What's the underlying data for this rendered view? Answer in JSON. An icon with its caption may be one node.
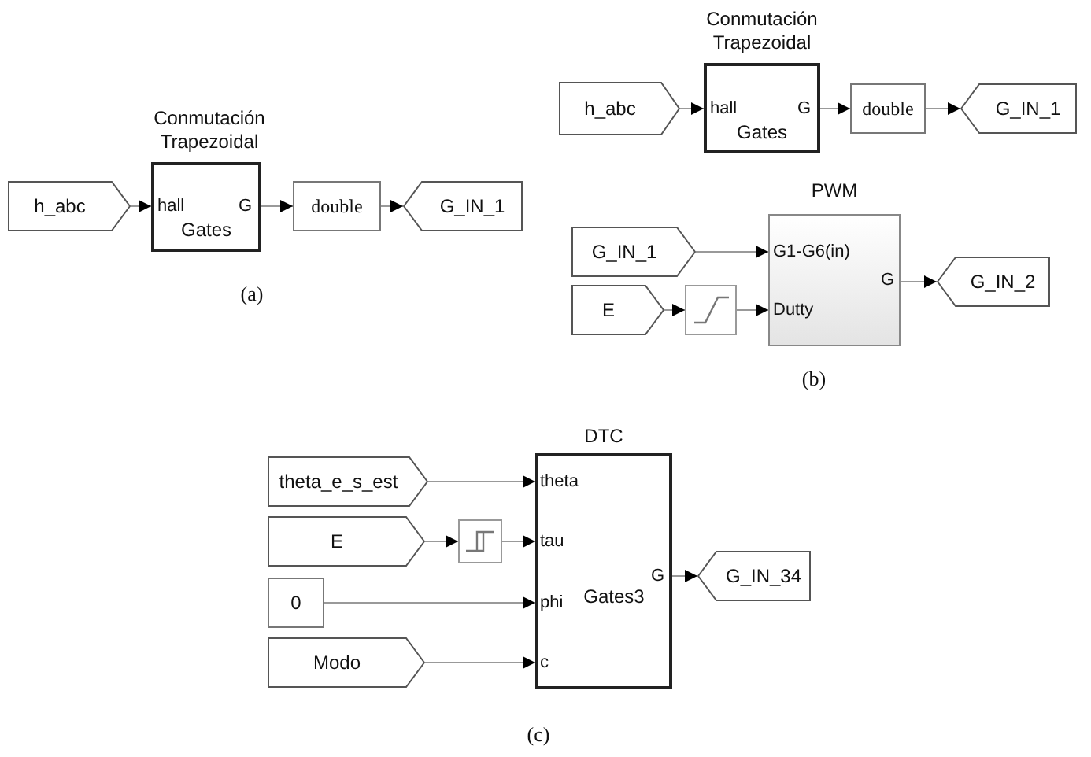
{
  "diagram": {
    "nodes": [
      {
        "text": [
          "h_abc"
        ]
      },
      {
        "text": [
          "Conmutación Trapezoidal",
          "hall",
          "G",
          "Gates"
        ]
      },
      {
        "text": [
          "double"
        ]
      },
      {
        "text": [
          "G_IN_1"
        ]
      },
      {
        "text": [
          "h_abc"
        ]
      },
      {
        "text": [
          "Conmutación Trapezoidal",
          "hall",
          "G",
          "Gates"
        ]
      },
      {
        "text": [
          "double"
        ]
      },
      {
        "text": [
          "G_IN_1"
        ]
      },
      {
        "text": [
          "PWM",
          "G1-G6(in)",
          "Dutty",
          "G"
        ]
      },
      {
        "text": [
          "G_IN_1"
        ]
      },
      {
        "text": [
          "E"
        ]
      },
      {
        "text": [],
        "shape": "box"
      },
      {
        "text": [
          "G_IN_2"
        ]
      },
      {
        "text": [
          "DTC",
          "theta",
          "tau",
          "phi",
          "c",
          "G",
          "Gates3"
        ]
      },
      {
        "text": [
          "theta_e_s_est"
        ]
      },
      {
        "text": [
          "E"
        ]
      },
      {
        "text": [],
        "shape": "box"
      },
      {
        "text": [
          "0"
        ]
      },
      {
        "text": [
          "Modo"
        ]
      },
      {
        "text": [
          "G_IN_34"
        ]
      }
    ],
    "edges": [
      {
        "from": 0,
        "to": 1,
        "arrow": "to"
      },
      {
        "from": 1,
        "to": 2,
        "arrow": "to"
      },
      {
        "from": 2,
        "to": 3,
        "arrow": "to"
      },
      {
        "from": 4,
        "to": 5,
        "arrow": "to"
      },
      {
        "from": 5,
        "to": 6,
        "arrow": "to"
      },
      {
        "from": 6,
        "to": 7,
        "arrow": "to"
      },
      {
        "from": 9,
        "to": 8,
        "arrow": "to"
      },
      {
        "from": 10,
        "to": 11,
        "arrow": "to"
      },
      {
        "from": 11,
        "to": 8,
        "arrow": "to"
      },
      {
        "from": 8,
        "to": 12,
        "arrow": "to"
      },
      {
        "from": 14,
        "to": 13,
        "arrow": "to"
      },
      {
        "from": 15,
        "to": 16,
        "arrow": "to"
      },
      {
        "from": 16,
        "to": 13,
        "arrow": "to"
      },
      {
        "from": 17,
        "to": 13,
        "arrow": "to"
      },
      {
        "from": 18,
        "to": 13,
        "arrow": "to"
      },
      {
        "from": 13,
        "to": 19,
        "arrow": "to"
      }
    ],
    "labels": [
      "(a)",
      "(b)",
      "(c)"
    ]
  }
}
